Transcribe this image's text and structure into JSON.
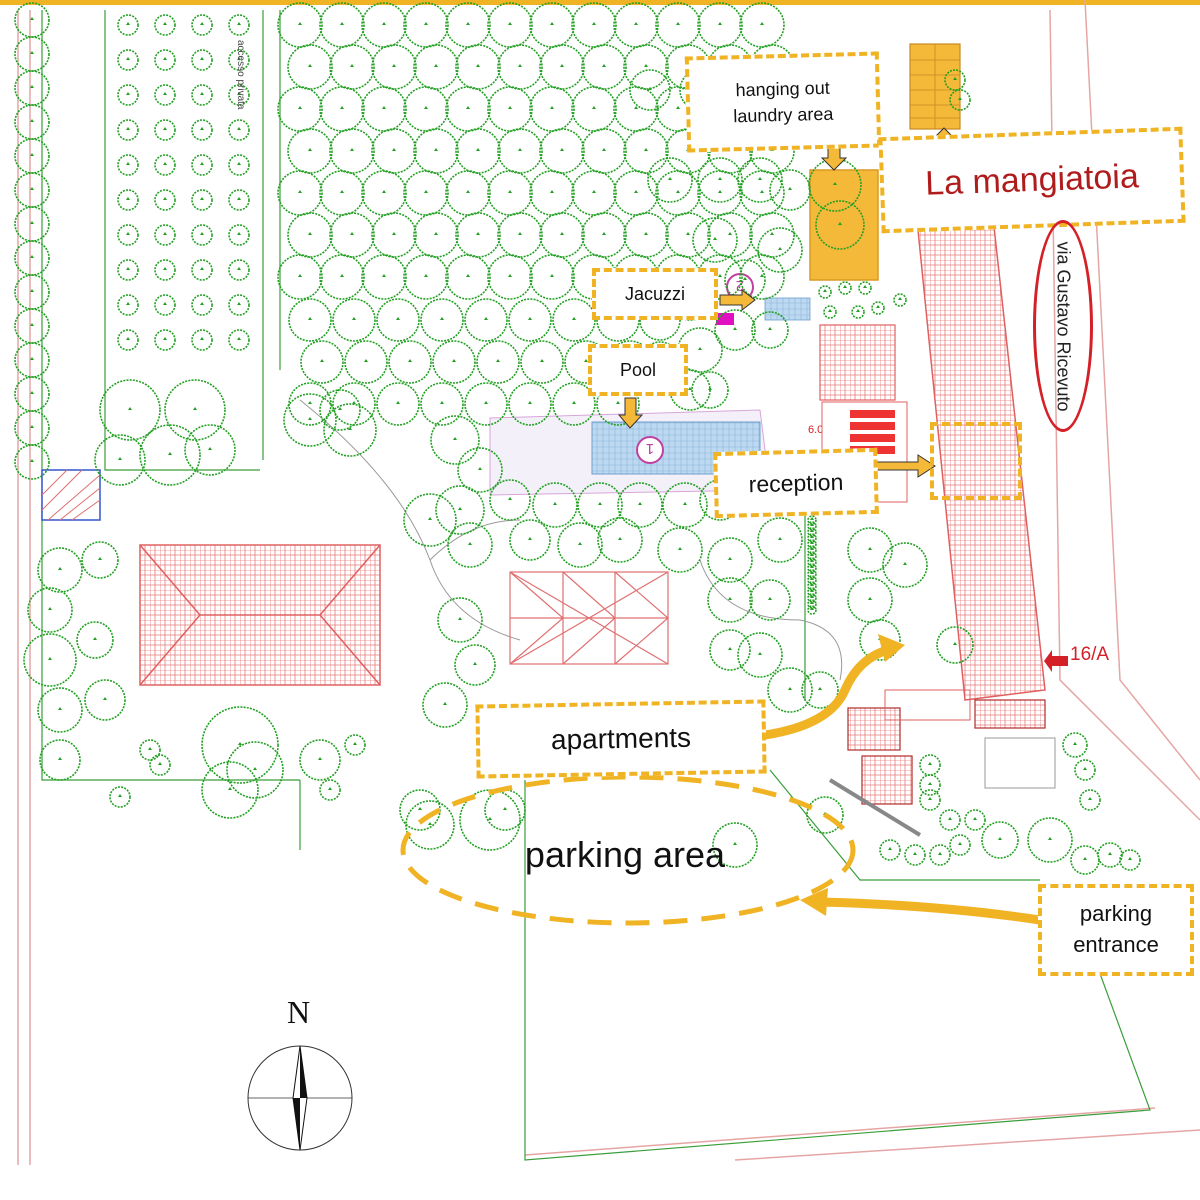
{
  "labels": {
    "hanging_out_laundry": "hanging out\nlaundry area",
    "la_mangiatoia": "La mangiatoia",
    "jacuzzi": "Jacuzzi",
    "pool": "Pool",
    "reception": "reception",
    "apartments": "apartments",
    "parking_area": "parking area",
    "parking_entrance": "parking\nentrance",
    "street": "via Gustavo Ricevuto",
    "house_number": "16/A",
    "north": "N",
    "private_access": "accesso privata",
    "pool_number": "1",
    "jacuzzi_number": "2",
    "depth_label": "6.00"
  },
  "colors": {
    "tree": "#22a022",
    "label_border": "#f0b323",
    "arrow": "#f0b323",
    "building": "#e06060",
    "street_oval": "#d42027",
    "title_text": "#b01c1c",
    "laundry_fill": "#f5b93a",
    "pool_fill": "#b6d4ee",
    "road_line": "#e6a5a5"
  }
}
